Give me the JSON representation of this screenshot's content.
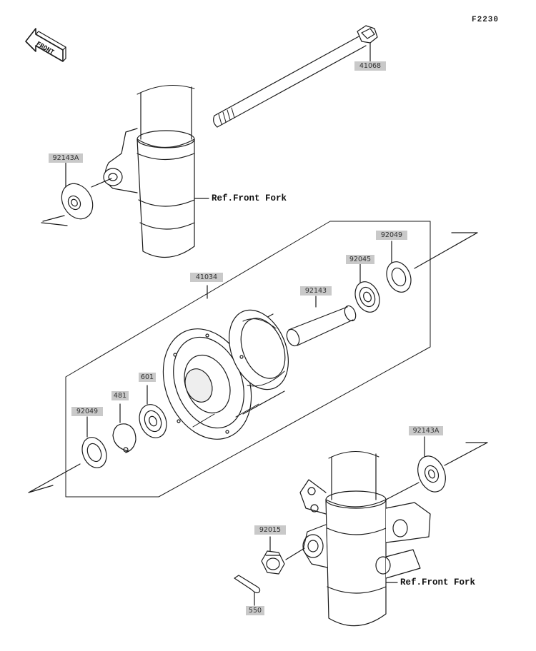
{
  "diagram_code": "F2230",
  "direction_label": "FRONT",
  "reference_labels": {
    "upper_fork": "Ref.Front Fork",
    "lower_fork": "Ref.Front Fork"
  },
  "part_labels": [
    {
      "id": "axle",
      "number": "41068"
    },
    {
      "id": "left-collar",
      "number": "92143A"
    },
    {
      "id": "hub",
      "number": "41034"
    },
    {
      "id": "right-seal",
      "number": "92049"
    },
    {
      "id": "right-bearing",
      "number": "92045"
    },
    {
      "id": "spacer",
      "number": "92143"
    },
    {
      "id": "left-bearing",
      "number": "601"
    },
    {
      "id": "circlip",
      "number": "481"
    },
    {
      "id": "left-seal",
      "number": "92049"
    },
    {
      "id": "right-collar",
      "number": "92143A"
    },
    {
      "id": "axle-nut",
      "number": "92015"
    },
    {
      "id": "cotter-pin",
      "number": "550"
    }
  ]
}
